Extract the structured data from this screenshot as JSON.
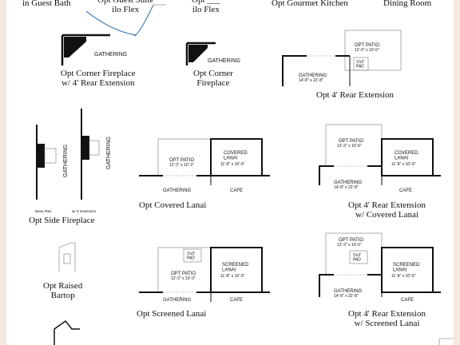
{
  "captions": {
    "guest_bath": "in Guest Bath",
    "guest_suite": "Opt Guest Suite\nilo Flex",
    "flex": "Opt ___\nilo Flex",
    "gourmet_kitchen": "Opt Gourmet Kitchen",
    "dining_room": "Dining Room",
    "corner_fp_ext": "Opt Corner Fireplace\nw/ 4' Rear Extension",
    "corner_fp": "Opt Corner\nFireplace",
    "rear_ext": "Opt 4' Rear Extension",
    "side_fp": "Opt Side Fireplace",
    "covered_lanai": "Opt Covered Lanai",
    "rear_ext_covered": "Opt 4' Rear Extension\nw/ Covered Lanai",
    "raised_bartop": "Opt Raised\nBartop",
    "screened_lanai": "Opt Screened Lanai",
    "rear_ext_screened": "Opt 4' Rear Extension\nw/ Screened Lanai"
  },
  "labels": {
    "gathering": "GATHERING",
    "cafe": "CAFE",
    "opt_patio": "OPT PATIO",
    "covered_lanai": "COVERED\nLANAI",
    "screened_lanai": "SCREENED\nLANAI",
    "pad": "3'x3'\nPAD",
    "base_plan": "Base Plan",
    "w4_ext": "w/ 4' Extension"
  },
  "dims": {
    "patio_12x10": "12'-0\" x 10'-0\"",
    "patio_12_3x10": "12'-3\" x 10'-3\"",
    "patio_12_3x10b": "12'-3\" x 10'-0\"",
    "gathering_ext": "14'-8\" x 22'-8\"",
    "lanai_cov": "11'-8\" x 10'-0\"",
    "lanai_scr": "11'-8\" x 10'-0\""
  }
}
